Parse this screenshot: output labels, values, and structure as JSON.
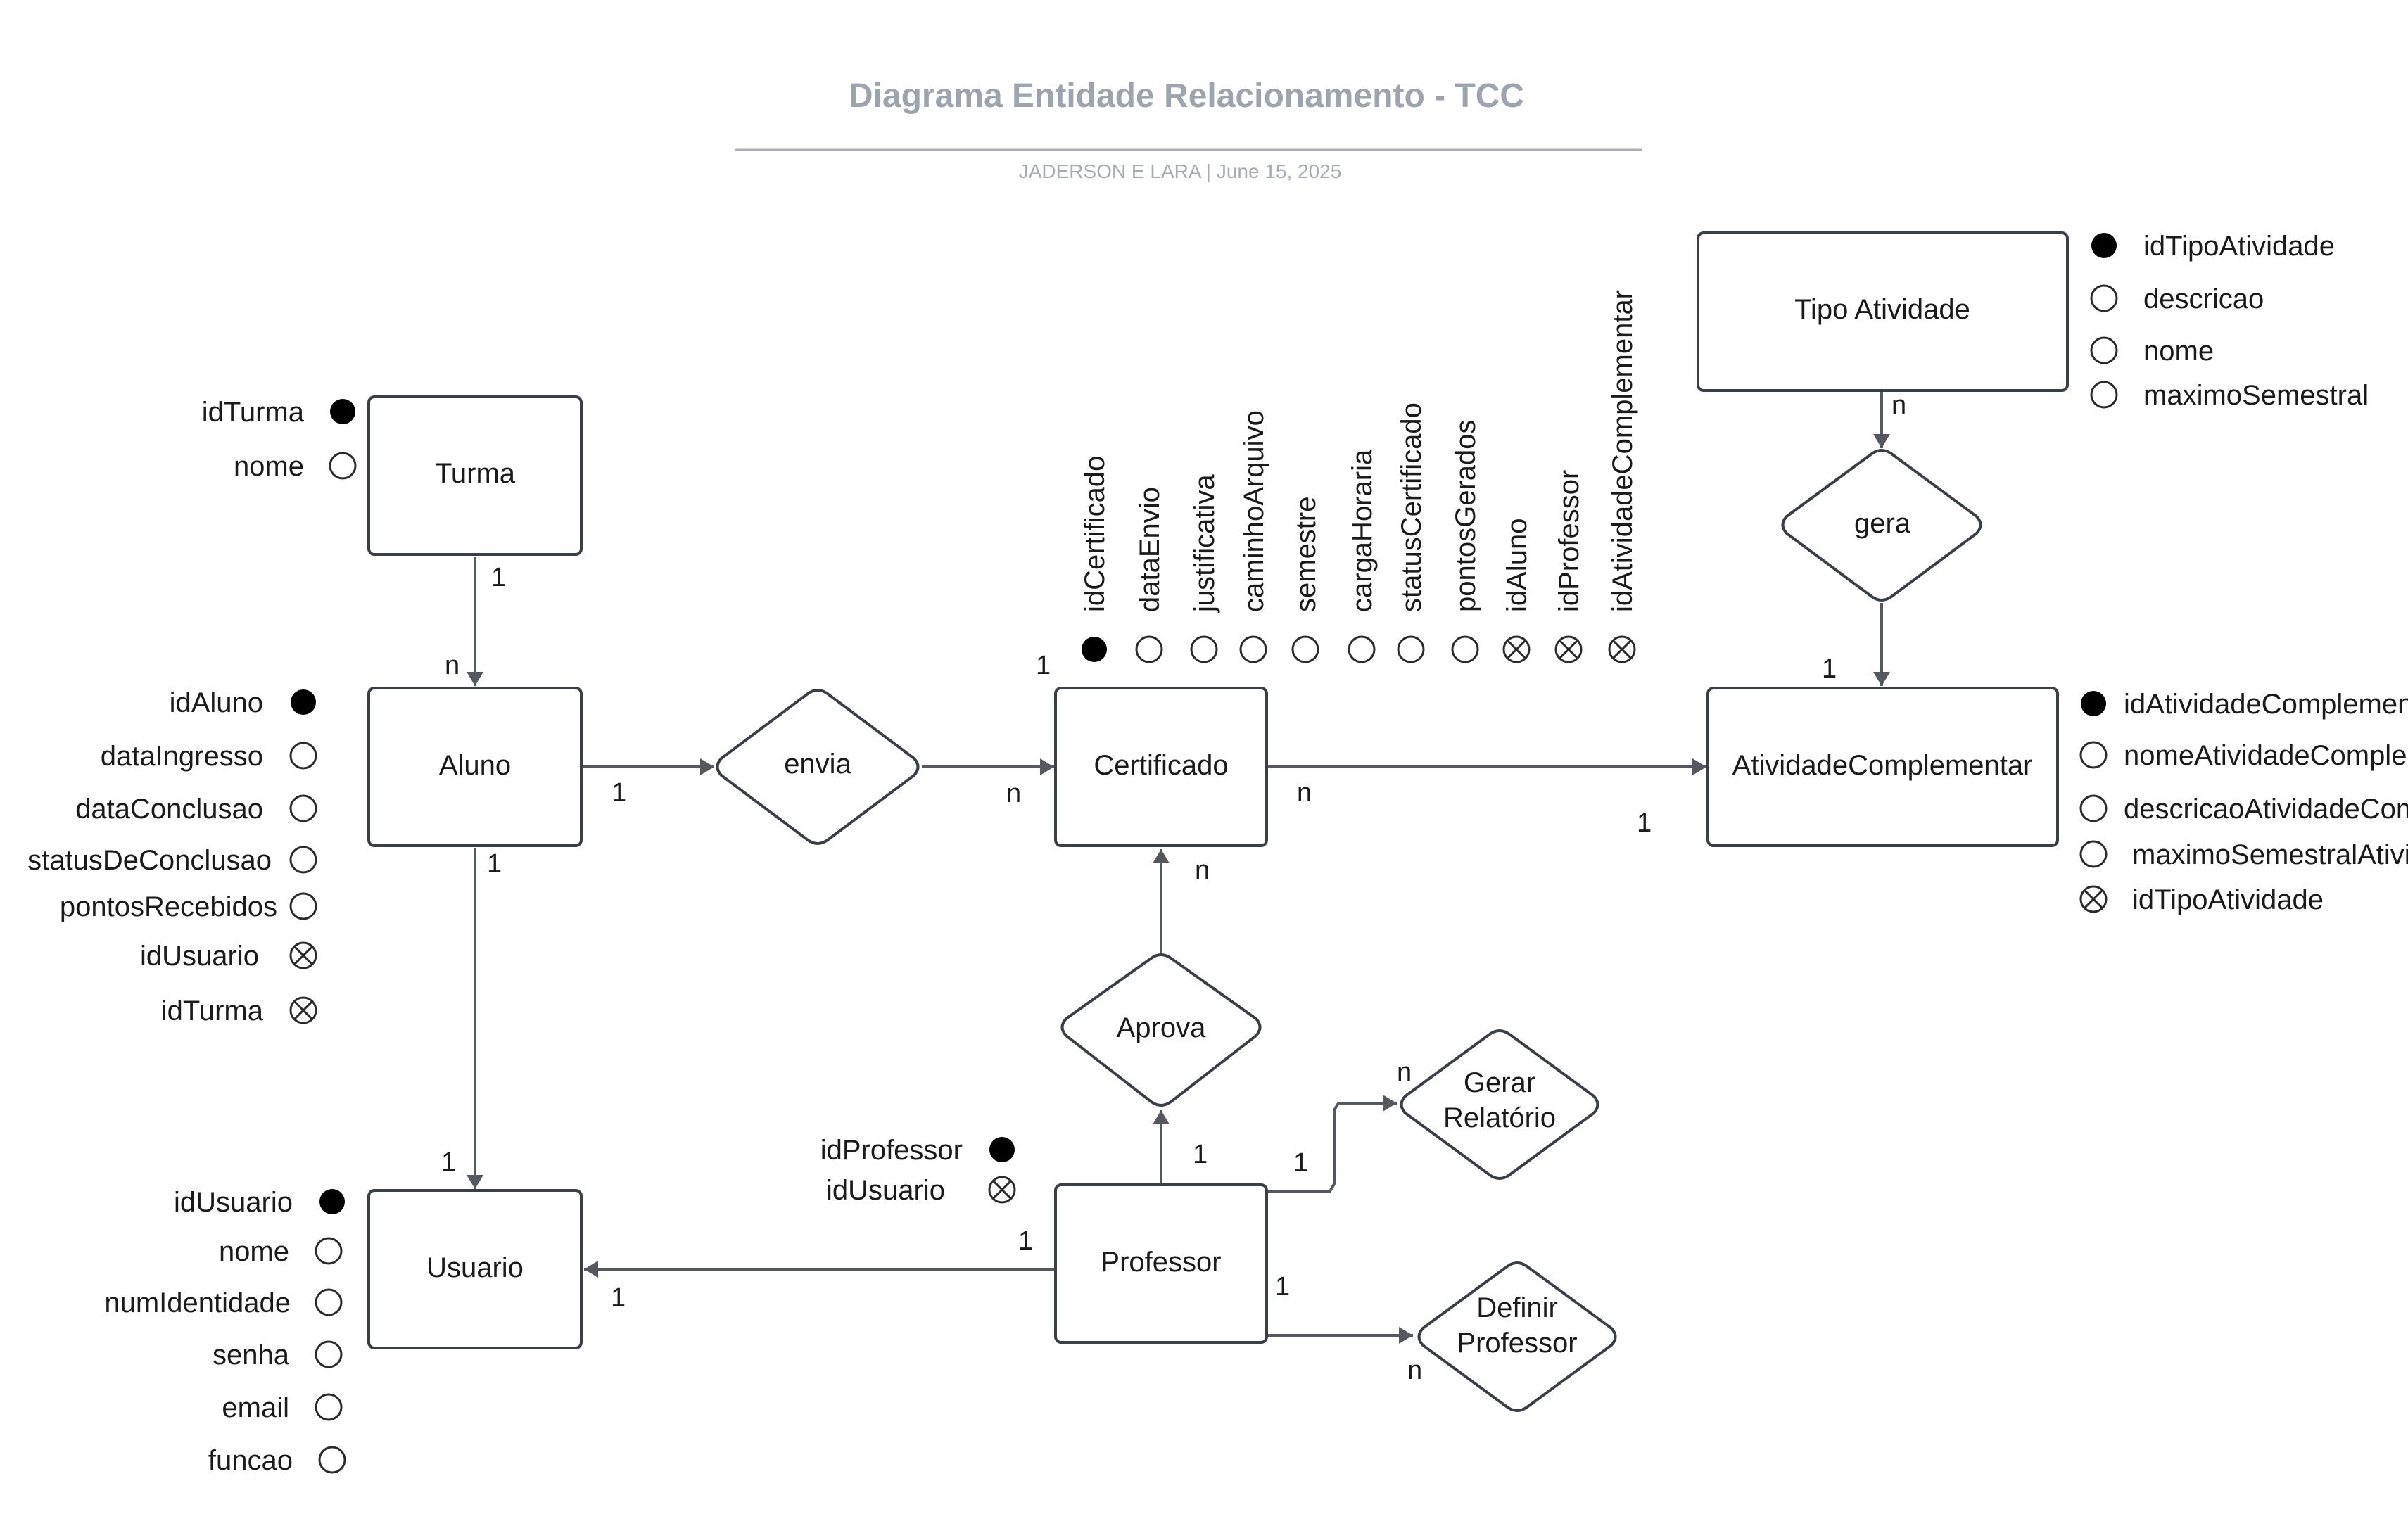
{
  "header": {
    "title": "Diagrama Entidade Relacionamento - TCC",
    "subtitle": "JADERSON E LARA  |  June 15, 2025"
  },
  "entities": {
    "turma": {
      "name": "Turma",
      "attributes": [
        {
          "name": "idTurma",
          "kind": "pk"
        },
        {
          "name": "nome",
          "kind": "attr"
        }
      ]
    },
    "aluno": {
      "name": "Aluno",
      "attributes": [
        {
          "name": "idAluno",
          "kind": "pk"
        },
        {
          "name": "dataIngresso",
          "kind": "attr"
        },
        {
          "name": "dataConclusao",
          "kind": "attr"
        },
        {
          "name": "statusDeConclusao",
          "kind": "attr"
        },
        {
          "name": "pontosRecebidos",
          "kind": "attr"
        },
        {
          "name": "idUsuario",
          "kind": "fk"
        },
        {
          "name": "idTurma",
          "kind": "fk"
        }
      ]
    },
    "usuario": {
      "name": "Usuario",
      "attributes": [
        {
          "name": "idUsuario",
          "kind": "pk"
        },
        {
          "name": "nome",
          "kind": "attr"
        },
        {
          "name": "numIdentidade",
          "kind": "attr"
        },
        {
          "name": "senha",
          "kind": "attr"
        },
        {
          "name": "email",
          "kind": "attr"
        },
        {
          "name": "funcao",
          "kind": "attr"
        }
      ]
    },
    "certificado": {
      "name": "Certificado",
      "attributes": [
        {
          "name": "idCertificado",
          "kind": "pk"
        },
        {
          "name": "dataEnvio",
          "kind": "attr"
        },
        {
          "name": "justificativa",
          "kind": "attr"
        },
        {
          "name": "caminhoArquivo",
          "kind": "attr"
        },
        {
          "name": "semestre",
          "kind": "attr"
        },
        {
          "name": "cargaHoraria",
          "kind": "attr"
        },
        {
          "name": "statusCertificado",
          "kind": "attr"
        },
        {
          "name": "pontosGerados",
          "kind": "attr"
        },
        {
          "name": "idAluno",
          "kind": "fk"
        },
        {
          "name": "idProfessor",
          "kind": "fk"
        },
        {
          "name": "idAtividadeComplementar",
          "kind": "fk"
        }
      ]
    },
    "professor": {
      "name": "Professor",
      "attributes": [
        {
          "name": "idProfessor",
          "kind": "pk"
        },
        {
          "name": "idUsuario",
          "kind": "fk"
        }
      ]
    },
    "tipo_atividade": {
      "name": "Tipo Atividade",
      "attributes": [
        {
          "name": "idTipoAtividade",
          "kind": "pk"
        },
        {
          "name": "descricao",
          "kind": "attr"
        },
        {
          "name": "nome",
          "kind": "attr"
        },
        {
          "name": "maximoSemestral",
          "kind": "attr"
        }
      ]
    },
    "atividade_complementar": {
      "name": "AtividadeComplementar",
      "attributes": [
        {
          "name": "idAtividadeComplementar",
          "kind": "pk"
        },
        {
          "name": "nomeAtividadeComplementar",
          "kind": "attr"
        },
        {
          "name": "descricaoAtividadeComplementar",
          "kind": "attr"
        },
        {
          "name": "maximoSemestralAtividade",
          "kind": "attr"
        },
        {
          "name": "idTipoAtividade",
          "kind": "fk"
        }
      ]
    }
  },
  "relationships": {
    "envia": "envia",
    "aprova": "Aprova",
    "gera": "gera",
    "gerar_relatorio": [
      "Gerar",
      "Relatório"
    ],
    "definir_professor": [
      "Definir",
      "Professor"
    ]
  },
  "cardinalities": {
    "turma_aluno": [
      "1",
      "n"
    ],
    "aluno_envia": "1",
    "envia_certificado": "n",
    "certificado_pk": "1",
    "aluno_usuario": [
      "1",
      "1"
    ],
    "certificado_atividade": [
      "n",
      "1"
    ],
    "aprova_certificado": "n",
    "professor_aprova": "1",
    "professor_usuario": [
      "1",
      "1"
    ],
    "professor_gerar": [
      "1",
      "n"
    ],
    "professor_definir": [
      "1",
      "n"
    ],
    "tipo_gera": "n",
    "gera_atividade": "1"
  }
}
